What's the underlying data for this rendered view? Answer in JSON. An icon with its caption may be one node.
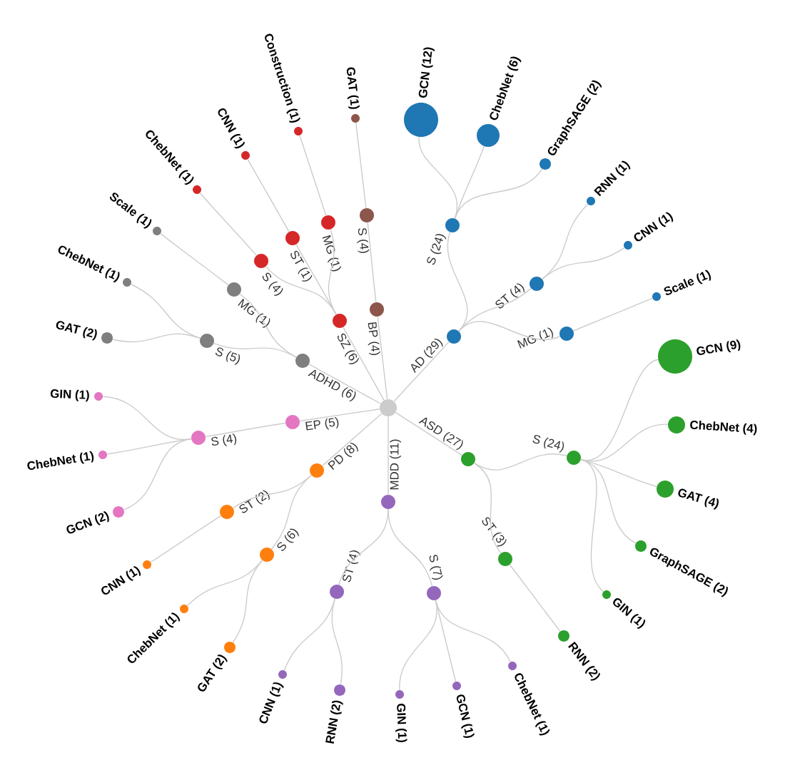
{
  "diagram": {
    "nodes": [
      {
        "text": [],
        "shape": "circle"
      },
      {
        "text": [
          "AD (29)"
        ]
      },
      {
        "text": [
          "S (24)"
        ]
      },
      {
        "text": [
          "GCN (12)"
        ]
      },
      {
        "text": [
          "ChebNet (6)"
        ]
      },
      {
        "text": [
          "GraphSAGE (2)"
        ]
      },
      {
        "text": [
          "ST (4)"
        ]
      },
      {
        "text": [
          "RNN (1)"
        ]
      },
      {
        "text": [
          "CNN (1)"
        ]
      },
      {
        "text": [
          "MG (1)"
        ]
      },
      {
        "text": [
          "Scale (1)"
        ]
      },
      {
        "text": [
          "ASD (27)"
        ]
      },
      {
        "text": [
          "S (24)"
        ]
      },
      {
        "text": [
          "GCN (9)"
        ]
      },
      {
        "text": [
          "ChebNet (4)"
        ]
      },
      {
        "text": [
          "GAT (4)"
        ]
      },
      {
        "text": [
          "GraphSAGE (2)"
        ]
      },
      {
        "text": [
          "GIN (1)"
        ]
      },
      {
        "text": [
          "ST (3)"
        ]
      },
      {
        "text": [
          "RNN (2)"
        ]
      },
      {
        "text": [
          "MDD (11)"
        ]
      },
      {
        "text": [
          "ST (4)"
        ]
      },
      {
        "text": [
          "CNN (1)"
        ]
      },
      {
        "text": [
          "RNN (2)"
        ]
      },
      {
        "text": [
          "S (7)"
        ]
      },
      {
        "text": [
          "GIN (1)"
        ]
      },
      {
        "text": [
          "GCN (1)"
        ]
      },
      {
        "text": [
          "ChebNet (1)"
        ]
      },
      {
        "text": [
          "PD (8)"
        ]
      },
      {
        "text": [
          "ST (2)"
        ]
      },
      {
        "text": [
          "CNN (1)"
        ]
      },
      {
        "text": [
          "S (6)"
        ]
      },
      {
        "text": [
          "ChebNet (1)"
        ]
      },
      {
        "text": [
          "GAT (2)"
        ]
      },
      {
        "text": [
          "EP (5)"
        ]
      },
      {
        "text": [
          "S (4)"
        ]
      },
      {
        "text": [
          "GIN (1)"
        ]
      },
      {
        "text": [
          "ChebNet (1)"
        ]
      },
      {
        "text": [
          "GCN (2)"
        ]
      },
      {
        "text": [
          "ADHD (6)"
        ]
      },
      {
        "text": [
          "S (5)"
        ]
      },
      {
        "text": [
          "ChebNet (1)"
        ]
      },
      {
        "text": [
          "GAT (2)"
        ]
      },
      {
        "text": [
          "MG (1)"
        ]
      },
      {
        "text": [
          "Scale (1)"
        ]
      },
      {
        "text": [
          "SZ (6)"
        ]
      },
      {
        "text": [
          "S (4)"
        ]
      },
      {
        "text": [
          "ChebNet (1)"
        ]
      },
      {
        "text": [
          "ST (1)"
        ]
      },
      {
        "text": [
          "CNN (1)"
        ]
      },
      {
        "text": [
          "MG (1)"
        ]
      },
      {
        "text": [
          "Construction (1)"
        ]
      },
      {
        "text": [
          "BP (4)"
        ]
      },
      {
        "text": [
          "S (4)"
        ]
      },
      {
        "text": [
          "GAT (1)"
        ]
      }
    ],
    "edges": [
      {
        "from": 0,
        "to": 1,
        "arrow": "none"
      },
      {
        "from": 1,
        "to": 2,
        "arrow": "none"
      },
      {
        "from": 2,
        "to": 3,
        "arrow": "none"
      },
      {
        "from": 2,
        "to": 4,
        "arrow": "none"
      },
      {
        "from": 2,
        "to": 5,
        "arrow": "none"
      },
      {
        "from": 1,
        "to": 6,
        "arrow": "none"
      },
      {
        "from": 6,
        "to": 7,
        "arrow": "none"
      },
      {
        "from": 6,
        "to": 8,
        "arrow": "none"
      },
      {
        "from": 1,
        "to": 9,
        "arrow": "none"
      },
      {
        "from": 9,
        "to": 10,
        "arrow": "none"
      },
      {
        "from": 0,
        "to": 11,
        "arrow": "none"
      },
      {
        "from": 11,
        "to": 12,
        "arrow": "none"
      },
      {
        "from": 12,
        "to": 13,
        "arrow": "none"
      },
      {
        "from": 12,
        "to": 14,
        "arrow": "none"
      },
      {
        "from": 12,
        "to": 15,
        "arrow": "none"
      },
      {
        "from": 12,
        "to": 16,
        "arrow": "none"
      },
      {
        "from": 12,
        "to": 17,
        "arrow": "none"
      },
      {
        "from": 11,
        "to": 18,
        "arrow": "none"
      },
      {
        "from": 18,
        "to": 19,
        "arrow": "none"
      },
      {
        "from": 0,
        "to": 20,
        "arrow": "none"
      },
      {
        "from": 20,
        "to": 21,
        "arrow": "none"
      },
      {
        "from": 21,
        "to": 22,
        "arrow": "none"
      },
      {
        "from": 21,
        "to": 23,
        "arrow": "none"
      },
      {
        "from": 20,
        "to": 24,
        "arrow": "none"
      },
      {
        "from": 24,
        "to": 25,
        "arrow": "none"
      },
      {
        "from": 24,
        "to": 26,
        "arrow": "none"
      },
      {
        "from": 24,
        "to": 27,
        "arrow": "none"
      },
      {
        "from": 0,
        "to": 28,
        "arrow": "none"
      },
      {
        "from": 28,
        "to": 29,
        "arrow": "none"
      },
      {
        "from": 29,
        "to": 30,
        "arrow": "none"
      },
      {
        "from": 28,
        "to": 31,
        "arrow": "none"
      },
      {
        "from": 31,
        "to": 32,
        "arrow": "none"
      },
      {
        "from": 31,
        "to": 33,
        "arrow": "none"
      },
      {
        "from": 0,
        "to": 34,
        "arrow": "none"
      },
      {
        "from": 34,
        "to": 35,
        "arrow": "none"
      },
      {
        "from": 35,
        "to": 36,
        "arrow": "none"
      },
      {
        "from": 35,
        "to": 37,
        "arrow": "none"
      },
      {
        "from": 35,
        "to": 38,
        "arrow": "none"
      },
      {
        "from": 0,
        "to": 39,
        "arrow": "none"
      },
      {
        "from": 39,
        "to": 40,
        "arrow": "none"
      },
      {
        "from": 40,
        "to": 41,
        "arrow": "none"
      },
      {
        "from": 40,
        "to": 42,
        "arrow": "none"
      },
      {
        "from": 39,
        "to": 43,
        "arrow": "none"
      },
      {
        "from": 43,
        "to": 44,
        "arrow": "none"
      },
      {
        "from": 0,
        "to": 45,
        "arrow": "none"
      },
      {
        "from": 45,
        "to": 46,
        "arrow": "none"
      },
      {
        "from": 46,
        "to": 47,
        "arrow": "none"
      },
      {
        "from": 45,
        "to": 48,
        "arrow": "none"
      },
      {
        "from": 48,
        "to": 49,
        "arrow": "none"
      },
      {
        "from": 45,
        "to": 50,
        "arrow": "none"
      },
      {
        "from": 50,
        "to": 51,
        "arrow": "none"
      },
      {
        "from": 0,
        "to": 52,
        "arrow": "none"
      },
      {
        "from": 52,
        "to": 53,
        "arrow": "none"
      },
      {
        "from": 53,
        "to": 54,
        "arrow": "none"
      }
    ]
  }
}
